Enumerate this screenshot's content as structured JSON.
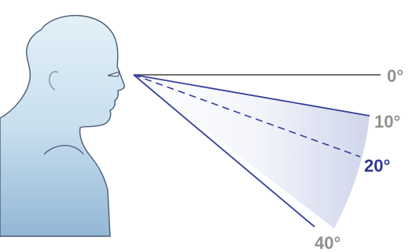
{
  "angles": [
    {
      "label": "0°",
      "degrees": 0,
      "line": "solid",
      "label_color": "#8f8f8f"
    },
    {
      "label": "10°",
      "degrees": 10,
      "line": "solid",
      "label_color": "#8f8f8f"
    },
    {
      "label": "20°",
      "degrees": 20,
      "line": "dashed",
      "label_color": "#2e3a8f"
    },
    {
      "label": "40°",
      "degrees": 40,
      "line": "solid",
      "label_color": "#8f8f8f"
    }
  ],
  "colors": {
    "line_0": "#444444",
    "line_blue": "#34409a",
    "wedge_light": "#f7f8fc",
    "wedge_dark": "#cdd3ea",
    "figure_top": "#dfeef7",
    "figure_bottom": "#8fb4d4",
    "figure_outline": "#4a5a78"
  }
}
